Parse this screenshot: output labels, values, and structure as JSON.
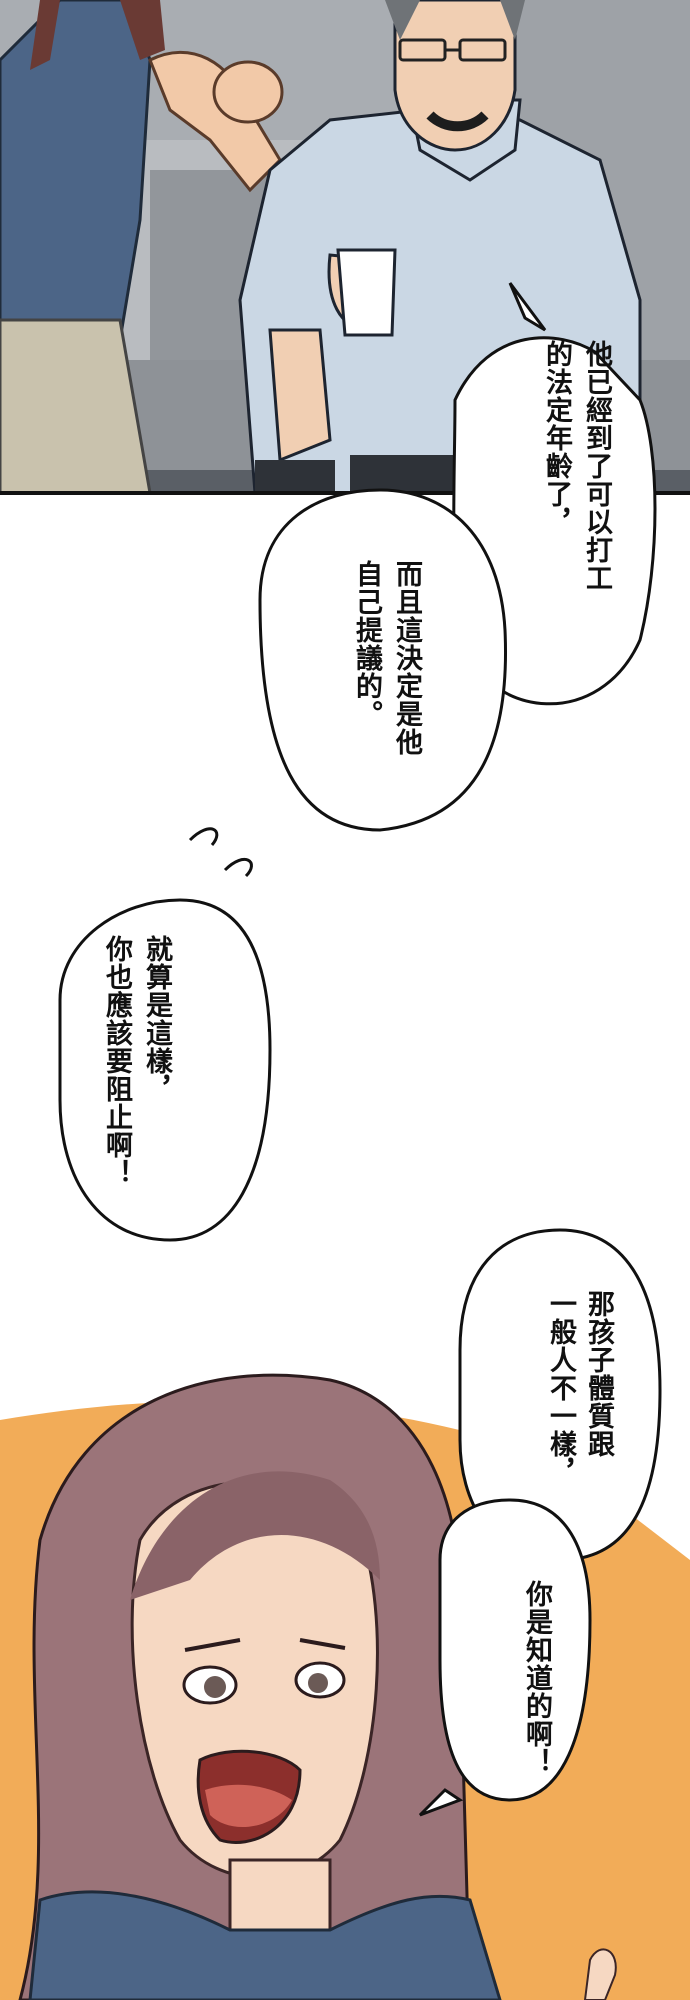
{
  "bubbles": {
    "b1": {
      "col1": "他已經到了可以打工",
      "col2": "的法定年齡了，"
    },
    "b2": {
      "col1": "而且這決定是他",
      "col2": "自己提議的。"
    },
    "b3": {
      "col1": "就算是這樣，",
      "col2": "你也應該要阻止啊！"
    },
    "b4": {
      "col1": "那孩子體質跟",
      "col2": "一般人不一樣，"
    },
    "b5": {
      "col1": "你是知道的啊！"
    }
  }
}
